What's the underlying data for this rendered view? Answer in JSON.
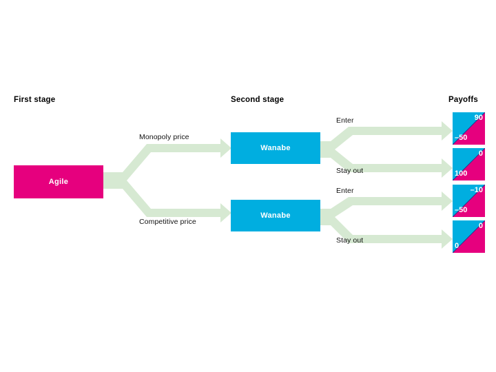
{
  "figure": {
    "headers": {
      "first_stage": "First stage",
      "second_stage": "Second stage",
      "payoffs": "Payoffs"
    },
    "colors": {
      "incumbent_pink": "#E6007E",
      "entrant_cyan": "#00AEE0",
      "arrow_green": "#D6E9D2",
      "background": "#ffffff",
      "text": "#000000"
    },
    "nodes": [
      {
        "id": "agile",
        "label": "Agile",
        "stage": "first",
        "color": "#E6007E"
      },
      {
        "id": "wanabe-top",
        "label": "Wanabe",
        "stage": "second",
        "color": "#00AEE0"
      },
      {
        "id": "wanabe-bottom",
        "label": "Wanabe",
        "stage": "second",
        "color": "#00AEE0"
      }
    ],
    "edges": {
      "first_stage": [
        {
          "id": "monopoly",
          "label": "Monopoly price"
        },
        {
          "id": "competitive",
          "label": "Competitive price"
        }
      ],
      "second_stage_top": [
        {
          "id": "enter-1",
          "label": "Enter"
        },
        {
          "id": "stayout-1",
          "label": "Stay out"
        }
      ],
      "second_stage_bottom": [
        {
          "id": "enter-2",
          "label": "Enter"
        },
        {
          "id": "stayout-2",
          "label": "Stay out"
        }
      ]
    },
    "payoffs": [
      {
        "id": "payoff-1",
        "path": "Monopoly price / Enter",
        "top_value": "90",
        "bottom_value": "–50"
      },
      {
        "id": "payoff-2",
        "path": "Monopoly price / Stay out",
        "top_value": "0",
        "bottom_value": "100"
      },
      {
        "id": "payoff-3",
        "path": "Competitive price / Enter",
        "top_value": "–10",
        "bottom_value": "–50"
      },
      {
        "id": "payoff-4",
        "path": "Competitive price / Stay out",
        "top_value": "0",
        "bottom_value": "0"
      }
    ]
  }
}
